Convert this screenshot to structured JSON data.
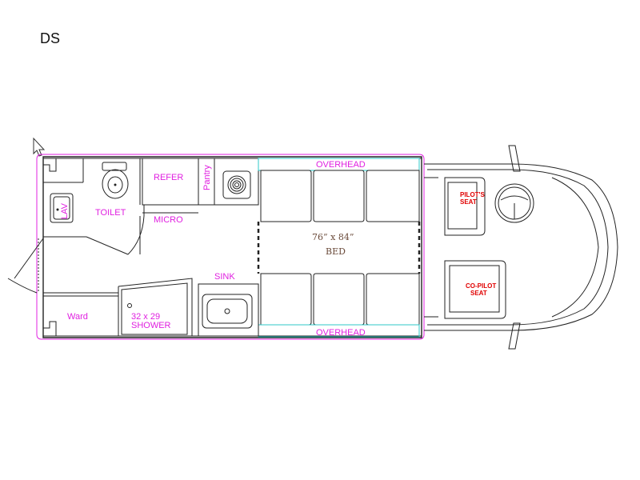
{
  "header": {
    "title": "DS"
  },
  "rooms": {
    "overhead_top": "OVERHEAD",
    "overhead_bottom": "OVERHEAD",
    "refer": "REFER",
    "pantry": "Pantry",
    "toilet": "TOILET",
    "micro": "MICRO",
    "lav": "LAV",
    "bed_size": "76” x 84”",
    "bed": "BED",
    "sink": "SINK",
    "ward": "Ward",
    "shower_size": "32 x 29",
    "shower": "SHOWER",
    "pilot_line1": "PILOT'S",
    "pilot_line2": "SEAT",
    "copilot_line1": "CO-PILOT",
    "copilot_line2": "SEAT"
  },
  "colors": {
    "label": "#e020e0",
    "seat_label": "#e00000",
    "overhead_outline": "#2fc8c8",
    "wall": "#222222"
  }
}
